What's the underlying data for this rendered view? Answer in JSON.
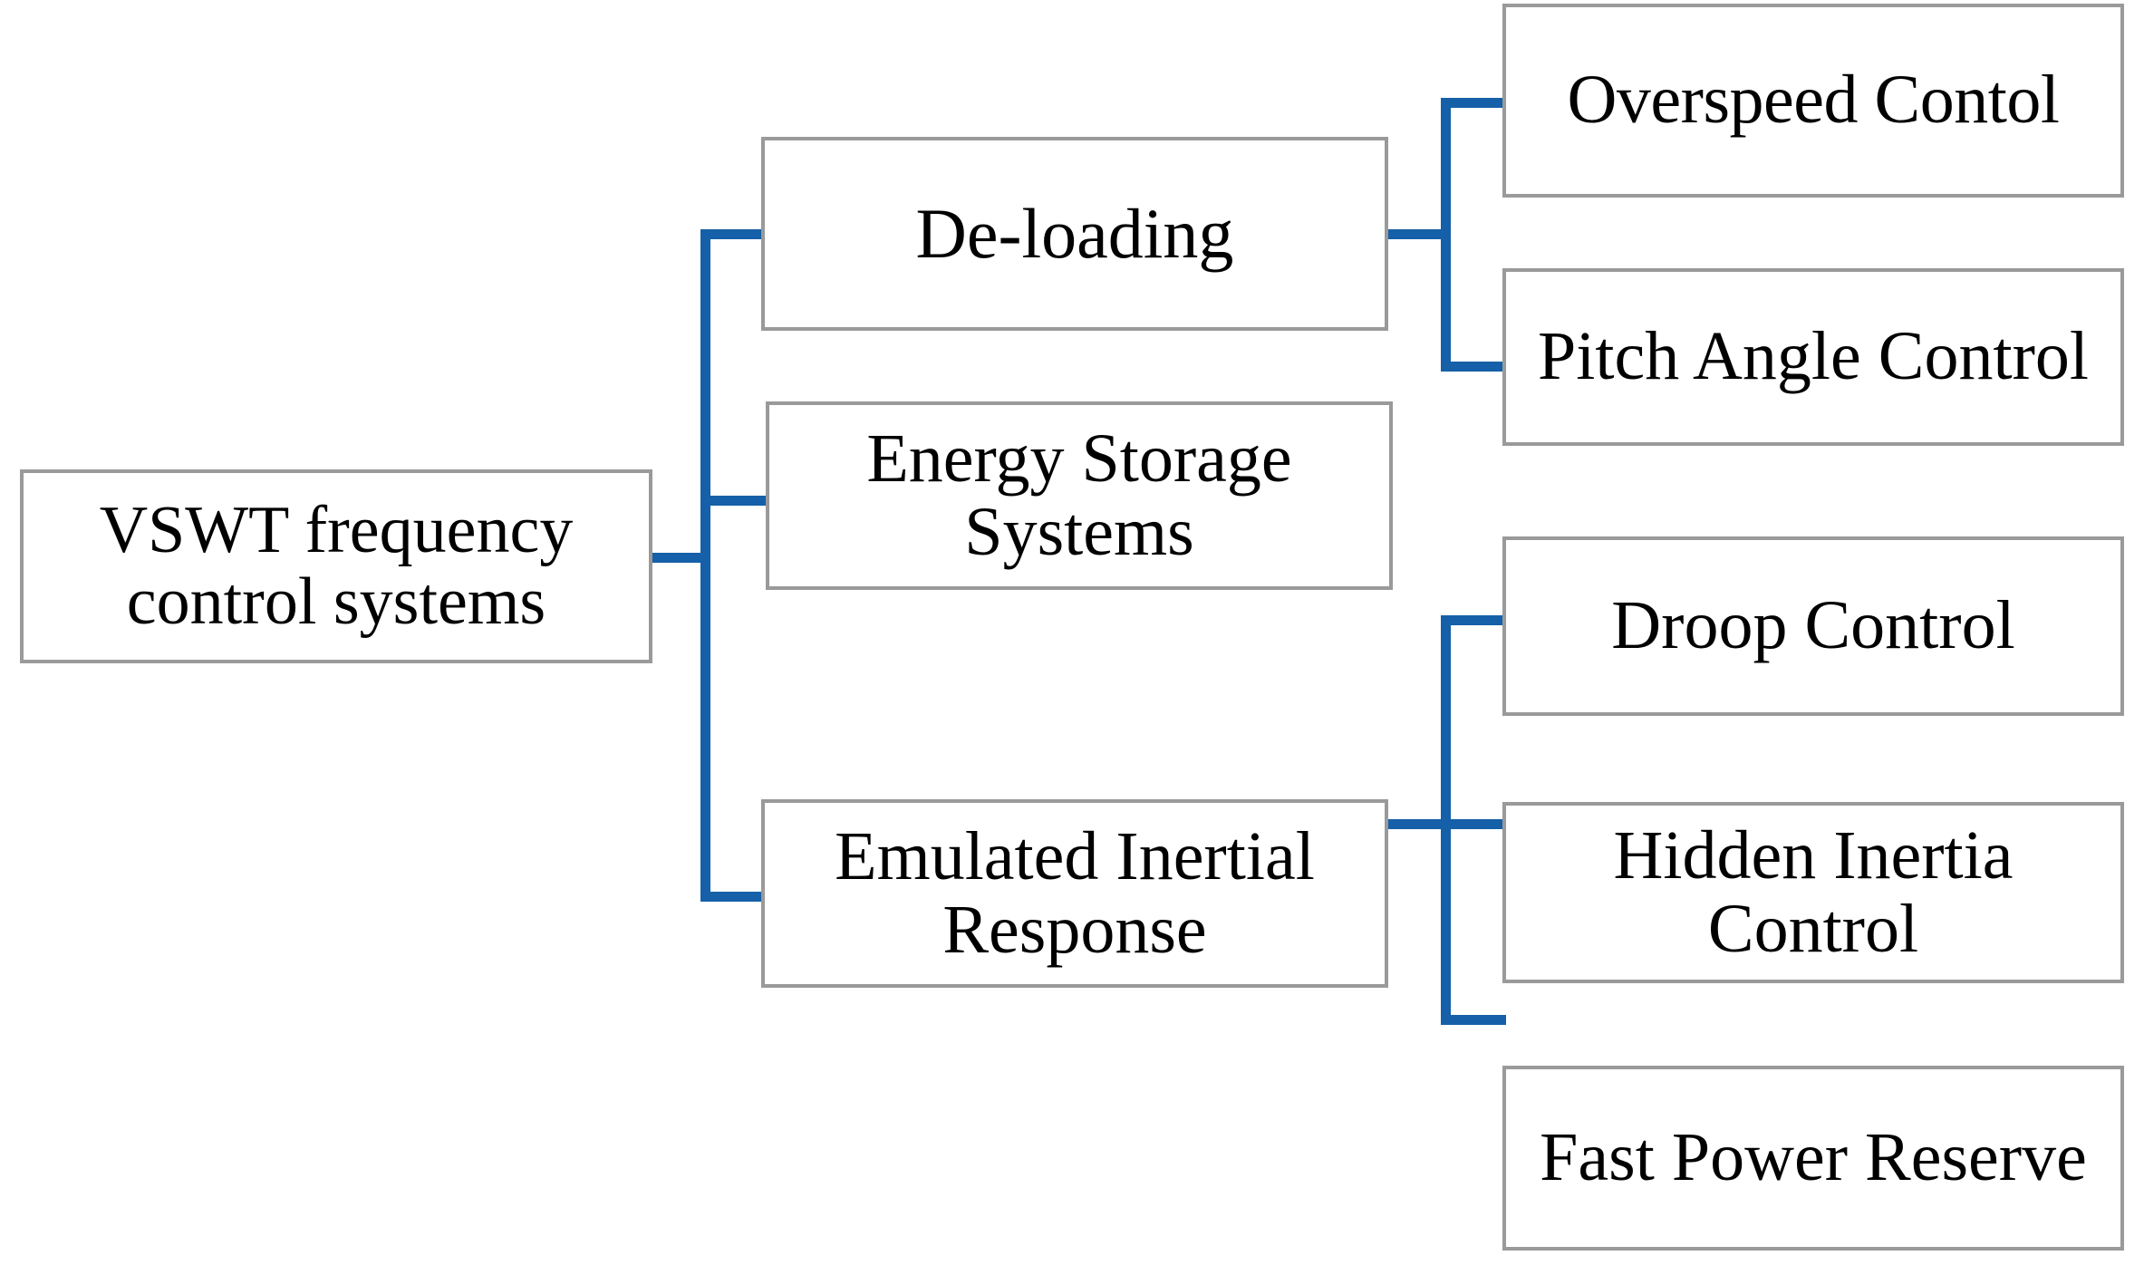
{
  "diagram": {
    "type": "hierarchy-tree",
    "orientation": "left-to-right",
    "colors": {
      "connector_blue": "#1560A8",
      "box_border_gray": "#9a9a9a",
      "box_fill": "#ffffff",
      "text": "#000000"
    },
    "root": {
      "label": "VSWT frequency control systems"
    },
    "level2": [
      {
        "label": "De-loading"
      },
      {
        "label": "Energy Storage Systems"
      },
      {
        "label": "Emulated Inertial Response"
      }
    ],
    "level3": {
      "de_loading_children": [
        {
          "label": "Overspeed Contol"
        },
        {
          "label": "Pitch Angle Control"
        }
      ],
      "energy_storage_children": [],
      "emulated_inertial_response_children": [
        {
          "label": "Droop Control"
        },
        {
          "label": "Hidden Inertia Control"
        },
        {
          "label": "Fast Power Reserve"
        }
      ]
    }
  }
}
